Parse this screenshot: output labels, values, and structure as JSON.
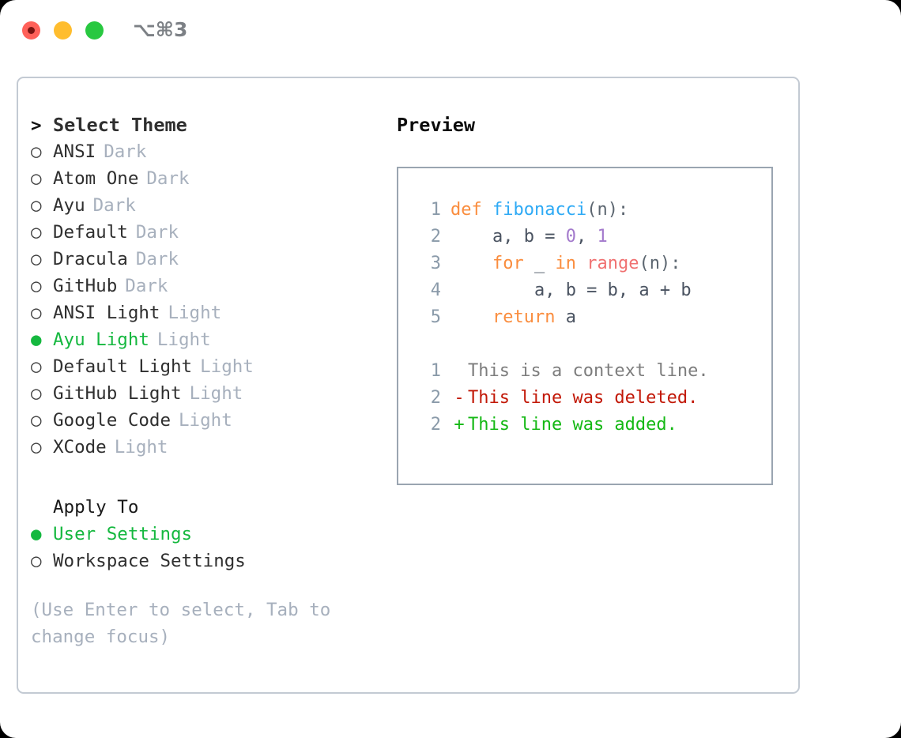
{
  "titlebar": {
    "shortcut": "⌥⌘3",
    "buttons": [
      "close",
      "minimize",
      "maximize"
    ]
  },
  "colors": {
    "selected_green": "#15b83f",
    "muted": "#a7b0bd",
    "panel_border": "#c3cad3",
    "preview_border": "#9aa5b1",
    "keyword": "#fa8d3e",
    "function": "#2eaaf5",
    "number": "#a37acc",
    "builtin": "#f07171",
    "diff_add": "#14b814",
    "diff_del": "#c21807"
  },
  "theme_section": {
    "caret": ">",
    "title": "Select Theme",
    "radio_empty": "○",
    "radio_filled": "●",
    "items": [
      {
        "name": "ANSI",
        "variant": "Dark",
        "selected": false
      },
      {
        "name": "Atom One",
        "variant": "Dark",
        "selected": false
      },
      {
        "name": "Ayu",
        "variant": "Dark",
        "selected": false
      },
      {
        "name": "Default",
        "variant": "Dark",
        "selected": false
      },
      {
        "name": "Dracula",
        "variant": "Dark",
        "selected": false
      },
      {
        "name": "GitHub",
        "variant": "Dark",
        "selected": false
      },
      {
        "name": "ANSI Light",
        "variant": "Light",
        "selected": false
      },
      {
        "name": "Ayu Light",
        "variant": "Light",
        "selected": true
      },
      {
        "name": "Default Light",
        "variant": "Light",
        "selected": false
      },
      {
        "name": "GitHub Light",
        "variant": "Light",
        "selected": false
      },
      {
        "name": "Google Code",
        "variant": "Light",
        "selected": false
      },
      {
        "name": "XCode",
        "variant": "Light",
        "selected": false
      }
    ]
  },
  "apply_to_section": {
    "title": "Apply To",
    "items": [
      {
        "name": "User Settings",
        "selected": true
      },
      {
        "name": "Workspace Settings",
        "selected": false
      }
    ]
  },
  "hint": "(Use Enter to select, Tab to change focus)",
  "preview": {
    "title": "Preview",
    "code_lines": [
      {
        "number": "1",
        "tokens": [
          {
            "text": "def ",
            "type": "keyword"
          },
          {
            "text": "fibonacci",
            "type": "function"
          },
          {
            "text": "(n):",
            "type": "punct"
          }
        ]
      },
      {
        "number": "2",
        "tokens": [
          {
            "text": "    a, b = ",
            "type": "text"
          },
          {
            "text": "0",
            "type": "number"
          },
          {
            "text": ", ",
            "type": "text"
          },
          {
            "text": "1",
            "type": "number"
          }
        ]
      },
      {
        "number": "3",
        "tokens": [
          {
            "text": "    ",
            "type": "text"
          },
          {
            "text": "for",
            "type": "keyword"
          },
          {
            "text": " _ ",
            "type": "text"
          },
          {
            "text": "in",
            "type": "keyword"
          },
          {
            "text": " ",
            "type": "text"
          },
          {
            "text": "range",
            "type": "builtin"
          },
          {
            "text": "(n):",
            "type": "punct"
          }
        ]
      },
      {
        "number": "4",
        "tokens": [
          {
            "text": "        a, b = b, a + b",
            "type": "text"
          }
        ]
      },
      {
        "number": "5",
        "tokens": [
          {
            "text": "    ",
            "type": "text"
          },
          {
            "text": "return",
            "type": "keyword"
          },
          {
            "text": " a",
            "type": "text"
          }
        ]
      }
    ],
    "diff_lines": [
      {
        "number": "1",
        "marker": " ",
        "text": "This is a context line.",
        "kind": "context"
      },
      {
        "number": "2",
        "marker": "-",
        "text": "This line was deleted.",
        "kind": "deleted"
      },
      {
        "number": "2",
        "marker": "+",
        "text": "This line was added.",
        "kind": "added"
      }
    ]
  }
}
